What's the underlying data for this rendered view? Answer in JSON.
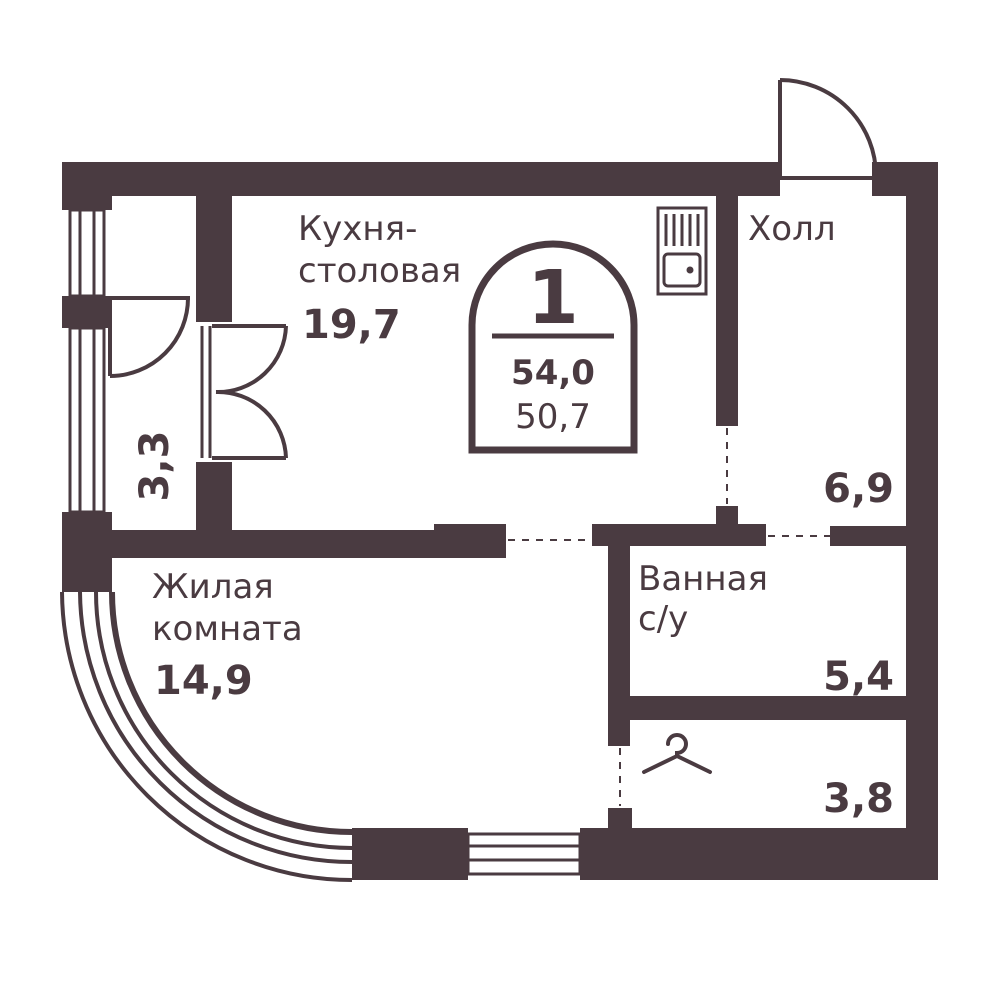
{
  "rooms": {
    "kitchen": {
      "label_line1": "Кухня-",
      "label_line2": "столовая",
      "area": "19,7"
    },
    "hall": {
      "label": "Холл",
      "area": "6,9"
    },
    "bath": {
      "label_line1": "Ванная",
      "label_line2": "с/у",
      "area": "5,4"
    },
    "living": {
      "label_line1": "Жилая",
      "label_line2": "комната",
      "area": "14,9"
    },
    "wardrobe": {
      "area": "3,8"
    },
    "balcony": {
      "area": "3,3"
    }
  },
  "badge": {
    "rooms_count": "1",
    "total_area": "54,0",
    "living_area": "50,7"
  },
  "colors": {
    "wall": "#4a3b41",
    "background": "#ffffff"
  },
  "icons": [
    "sink-icon",
    "hanger-icon",
    "door-swing-icon"
  ]
}
